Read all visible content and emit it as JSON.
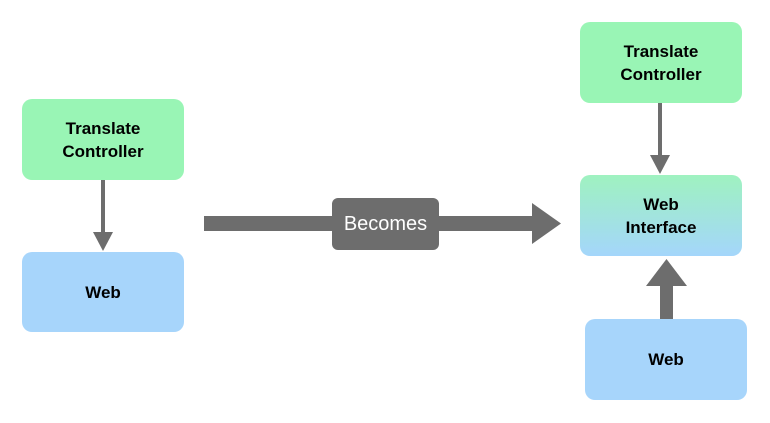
{
  "colors": {
    "controller_fill": "#99f5b5",
    "web_fill": "#a7d5fb",
    "interface_gradient_top": "#9ff2c0",
    "interface_gradient_bottom": "#a4d6fb",
    "arrow": "#6d6d6d",
    "label_fill": "#6d6d6d",
    "label_text": "#ffffff"
  },
  "left": {
    "translate_controller": "Translate\nController",
    "web": "Web"
  },
  "transition": {
    "label": "Becomes"
  },
  "right": {
    "translate_controller": "Translate\nController",
    "web_interface": "Web\nInterface",
    "web": "Web"
  }
}
